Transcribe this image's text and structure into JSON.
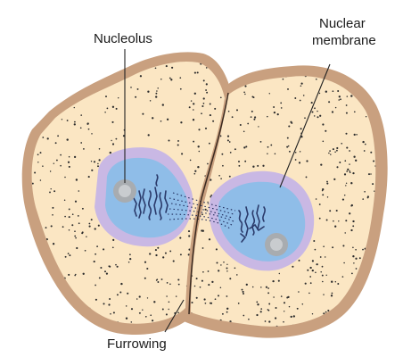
{
  "labels": {
    "nucleolus": "Nucleolus",
    "nuclear_membrane_line1": "Nuclear",
    "nuclear_membrane_line2": "membrane",
    "furrowing": "Furrowing"
  },
  "colors": {
    "cell_wall": "#c9a07f",
    "cytoplasm": "#fbe6c3",
    "nucleus_halo": "#c9b8e4",
    "nucleus": "#8fbde8",
    "nucleolus": "#a8acb0",
    "chromatin": "#2a3a6a",
    "dots": "#2b2b2b",
    "leader_line": "#222222"
  }
}
